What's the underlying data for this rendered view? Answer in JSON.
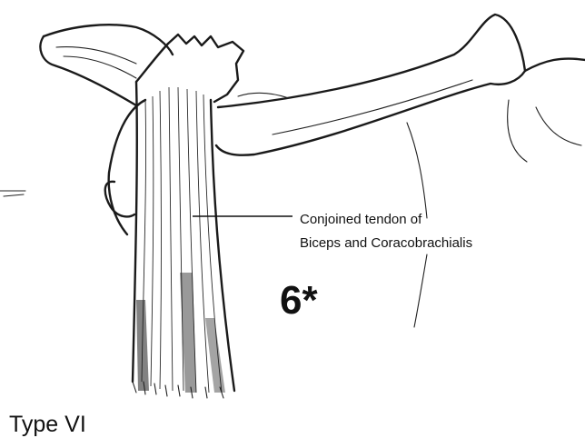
{
  "diagram": {
    "label_line1": "Conjoined tendon of",
    "label_line2": "Biceps and Coracobrachialis",
    "variant_number": "6*",
    "type_title": "Type VI"
  }
}
